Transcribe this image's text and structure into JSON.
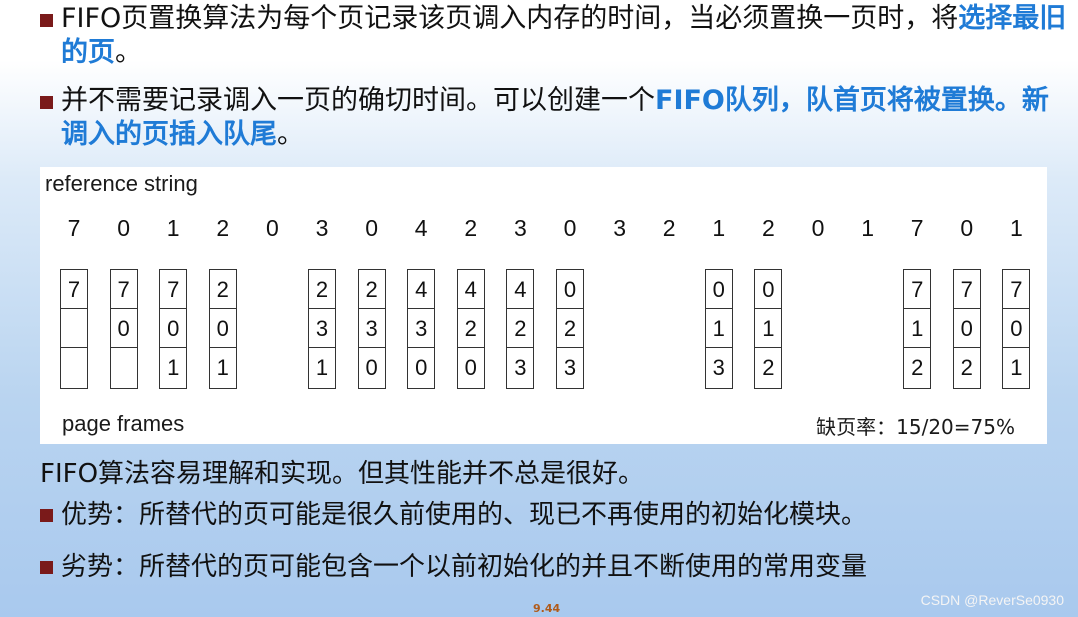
{
  "bullet1": {
    "text": "FIFO页置换算法为每个页记录该页调入内存的时间，当必须置换一页时，将",
    "highlight": "选择最旧的页",
    "tail": "。"
  },
  "bullet2": {
    "text": "并不需要记录调入一页的确切时间。可以创建一个",
    "highlight": "FIFO队列，队首页将被置换。新调入的页插入队尾",
    "tail": "。"
  },
  "figure": {
    "reference_label": "reference string",
    "reference_string": [
      "7",
      "0",
      "1",
      "2",
      "0",
      "3",
      "0",
      "4",
      "2",
      "3",
      "0",
      "3",
      "2",
      "1",
      "2",
      "0",
      "1",
      "7",
      "0",
      "1"
    ],
    "frames_label": "page frames",
    "page_frames": [
      {
        "ref_index": 0,
        "cells": [
          "7",
          "",
          ""
        ]
      },
      {
        "ref_index": 1,
        "cells": [
          "7",
          "0",
          ""
        ]
      },
      {
        "ref_index": 2,
        "cells": [
          "7",
          "0",
          "1"
        ]
      },
      {
        "ref_index": 3,
        "cells": [
          "2",
          "0",
          "1"
        ]
      },
      {
        "ref_index": 5,
        "cells": [
          "2",
          "3",
          "1"
        ]
      },
      {
        "ref_index": 6,
        "cells": [
          "2",
          "3",
          "0"
        ]
      },
      {
        "ref_index": 7,
        "cells": [
          "4",
          "3",
          "0"
        ]
      },
      {
        "ref_index": 8,
        "cells": [
          "4",
          "2",
          "0"
        ]
      },
      {
        "ref_index": 9,
        "cells": [
          "4",
          "2",
          "3"
        ]
      },
      {
        "ref_index": 10,
        "cells": [
          "0",
          "2",
          "3"
        ]
      },
      {
        "ref_index": 13,
        "cells": [
          "0",
          "1",
          "3"
        ]
      },
      {
        "ref_index": 14,
        "cells": [
          "0",
          "1",
          "2"
        ]
      },
      {
        "ref_index": 17,
        "cells": [
          "7",
          "1",
          "2"
        ]
      },
      {
        "ref_index": 18,
        "cells": [
          "7",
          "0",
          "2"
        ]
      },
      {
        "ref_index": 19,
        "cells": [
          "7",
          "0",
          "1"
        ]
      }
    ],
    "fault_rate": "缺页率：15/20=75%"
  },
  "intro": "FIFO算法容易理解和实现。但其性能并不总是很好。",
  "advantage": "优势：所替代的页可能是很久前使用的、现已不再使用的初始化模块。",
  "disadvantage": "劣势：所替代的页可能包含一个以前初始化的并且不断使用的常用变量",
  "page_number": "9.44",
  "watermark": "CSDN @ReverSe0930",
  "colors": {
    "highlight": "#1f7bd6",
    "bullet": "#7a1a1a"
  }
}
